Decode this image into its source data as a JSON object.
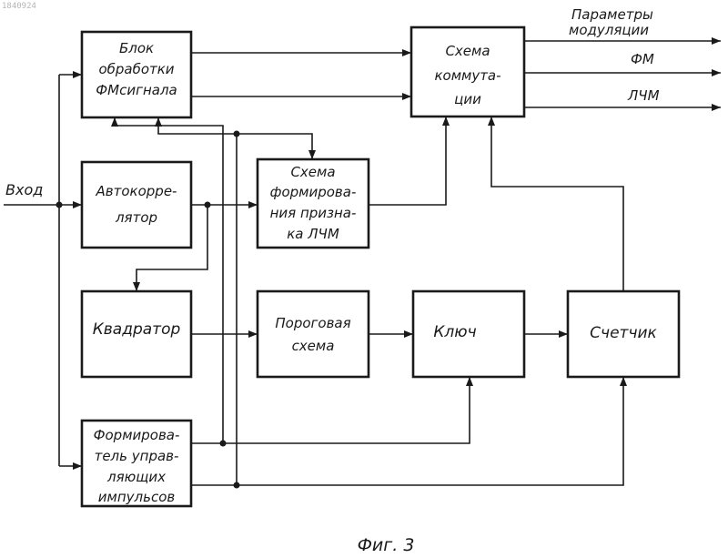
{
  "doc_id": "1840924",
  "input_label": "Вход",
  "blocks": {
    "fm_processing": [
      "Блок",
      "обработки",
      "ФМсигнала"
    ],
    "switching": [
      "Схема",
      "коммута-",
      "ции"
    ],
    "autocorrelator": [
      "Автокорре-",
      "лятор"
    ],
    "lfm_feature": [
      "Схема",
      "формирова-",
      "ния призна-",
      "ка ЛЧМ"
    ],
    "squarer": [
      "Квадратор"
    ],
    "threshold": [
      "Пороговая",
      "схема"
    ],
    "key": [
      "Ключ"
    ],
    "counter": [
      "Счетчик"
    ],
    "pulse_former": [
      "Формирова-",
      "тель управ-",
      "ляющих",
      "импульсов"
    ]
  },
  "outputs": {
    "params": [
      "Параметры",
      "модуляции"
    ],
    "fm": "ФМ",
    "lfm": "ЛЧМ"
  },
  "figure_caption": "Фиг. 3"
}
